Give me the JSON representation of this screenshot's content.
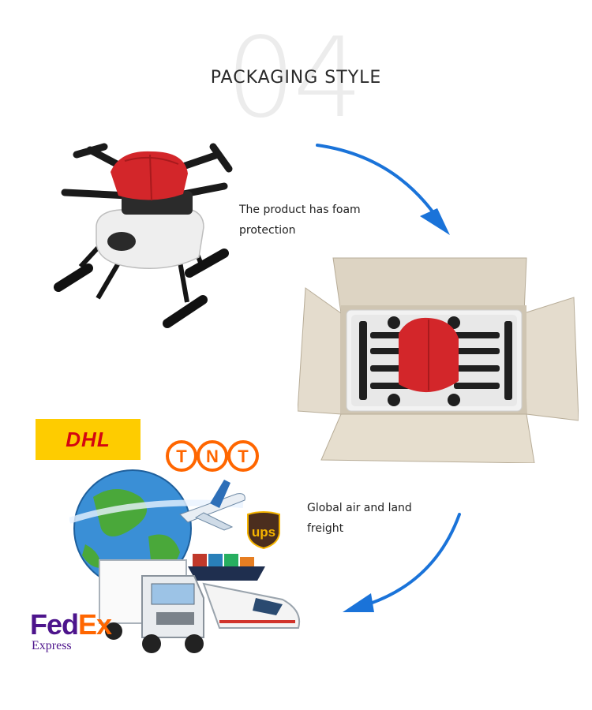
{
  "section": {
    "number": "04",
    "title": "PACKAGING STYLE"
  },
  "captions": {
    "foam": "The product has foam protection",
    "freight": "Global air and land freight"
  },
  "logos": {
    "dhl": "DHL",
    "tnt": "TNT",
    "ups": "ups",
    "fedex_fed": "Fed",
    "fedex_ex": "Ex",
    "fedex_sub": "Express"
  },
  "colors": {
    "arrow": "#1a73d9",
    "drone_red": "#d3262a",
    "dhl_yellow": "#fecc00",
    "dhl_red": "#d40511",
    "tnt_orange": "#ff6600",
    "fedex_purple": "#4d148c",
    "fedex_orange": "#ff6600",
    "box_cardboard": "#e4dccd"
  }
}
